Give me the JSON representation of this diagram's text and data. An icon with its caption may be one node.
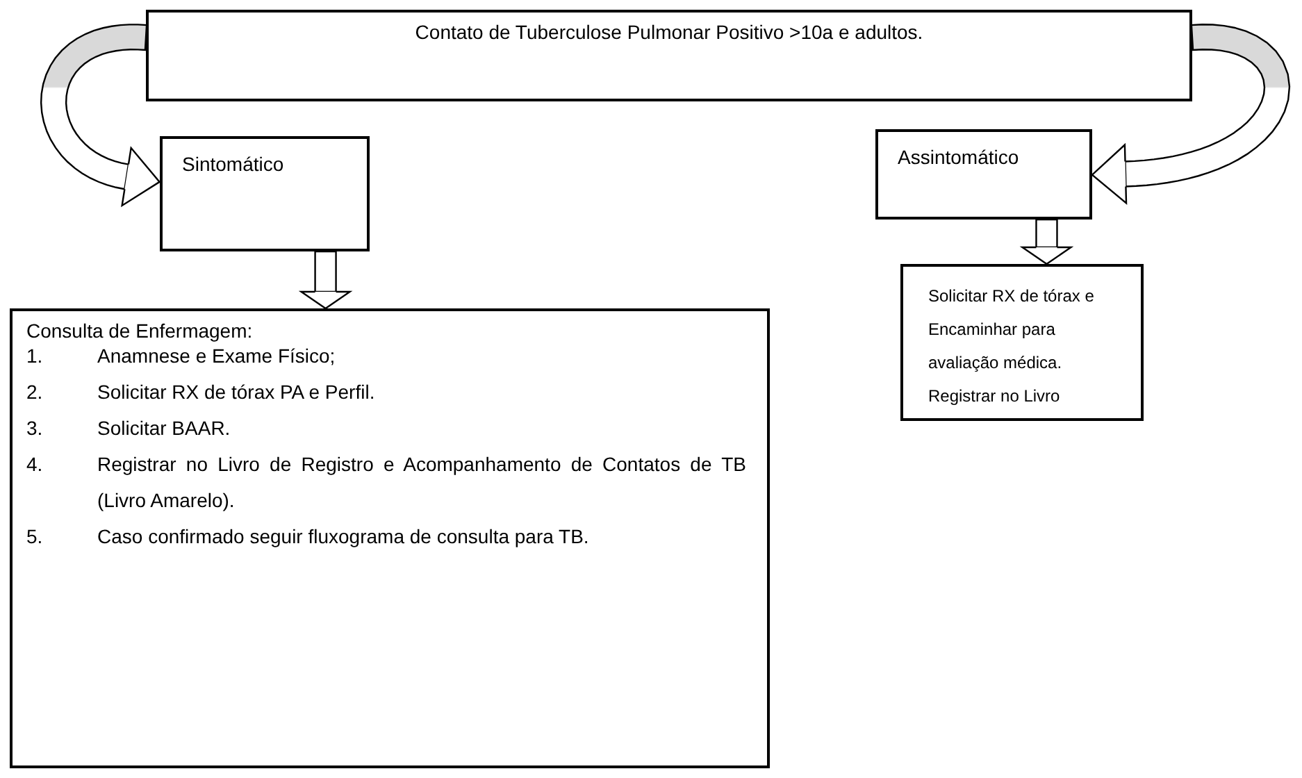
{
  "diagram": {
    "nodes": [
      {
        "text": [
          "Contato de Tuberculose Pulmonar Positivo >10a e adultos."
        ]
      },
      {
        "text": [
          "Sintomático"
        ]
      },
      {
        "text": [
          "Assintomático"
        ]
      },
      {
        "text": [
          "Consulta de Enfermagem:",
          "1. Anamnese e Exame Físico;",
          "2. Solicitar RX de tórax PA e Perfil.",
          "3. Solicitar BAAR.",
          "4. Registrar no Livro de Registro e Acompanhamento de Contatos de TB (Livro Amarelo).",
          "5. Caso confirmado seguir fluxograma de consulta para TB."
        ]
      },
      {
        "text": [
          "Solicitar RX de tórax e",
          "Encaminhar para",
          "avaliação médica.",
          "Registrar no Livro"
        ]
      }
    ],
    "edges": [
      {
        "from": 0,
        "to": 1,
        "arrow": "to"
      },
      {
        "from": 0,
        "to": 2,
        "arrow": "to"
      },
      {
        "from": 1,
        "to": 3,
        "arrow": "to"
      },
      {
        "from": 2,
        "to": 4,
        "arrow": "to"
      }
    ]
  }
}
